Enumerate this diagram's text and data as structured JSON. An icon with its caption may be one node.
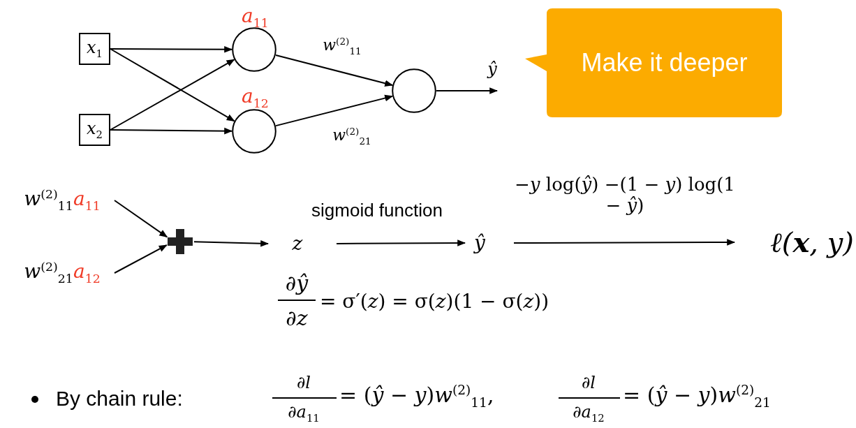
{
  "diagram": {
    "nodes": [
      {
        "text": [
          "x$_{1}$"
        ]
      },
      {
        "text": [
          "x$_{2}$"
        ]
      },
      {
        "text": [],
        "shape": "circle",
        "beside": [
          "a$_{11}$"
        ]
      },
      {
        "text": [],
        "shape": "circle",
        "beside": [
          "a$_{12}$"
        ]
      },
      {
        "text": [],
        "shape": "circle"
      },
      {
        "text": [
          "Make it deeper"
        ]
      },
      {
        "text": [
          "w$^{(2)}$$_{11}$",
          "a$_{11}$"
        ]
      },
      {
        "text": [
          "w$^{(2)}$$_{21}$",
          "a$_{12}$"
        ]
      },
      {
        "text": [],
        "shape": "plus"
      },
      {
        "text": [
          "z"
        ]
      },
      {
        "text": [
          "ŷ"
        ]
      },
      {
        "text": [
          "ℓ(**x**, *y*)"
        ]
      }
    ],
    "edges": [
      {
        "from": 0,
        "to": 2,
        "arrow": "to"
      },
      {
        "from": 0,
        "to": 3,
        "arrow": "to"
      },
      {
        "from": 1,
        "to": 2,
        "arrow": "to"
      },
      {
        "from": 1,
        "to": 3,
        "arrow": "to"
      },
      {
        "from": 2,
        "to": 4,
        "arrow": "to",
        "label": "w$^{(2)}$$_{11}$"
      },
      {
        "from": 3,
        "to": 4,
        "arrow": "to",
        "label": "w$^{(2)}$$_{21}$"
      },
      {
        "from": 4,
        "to": null,
        "arrow": "to",
        "label": "ŷ"
      },
      {
        "from": 6,
        "to": 8,
        "arrow": "to"
      },
      {
        "from": 7,
        "to": 8,
        "arrow": "to"
      },
      {
        "from": 8,
        "to": 9,
        "arrow": "to"
      },
      {
        "from": 9,
        "to": 10,
        "arrow": "to",
        "label": "sigmoid function"
      },
      {
        "from": 10,
        "to": 11,
        "arrow": "to",
        "label": "−*y* log(*ŷ*) −(1 − *y*) log(1 − *ŷ*)"
      }
    ],
    "labels": [
      "∂*ŷ*",
      "∂*z*",
      "= σ′(*z*) = σ(*z*)(1 − σ(*z*))",
      "By chain rule:",
      "∂*l*",
      "∂*a*$_{11}$",
      "= (*ŷ* − *y*)*w*$^{(2)}$$_{11}$,",
      "∂*l*",
      "∂*a*$_{12}$",
      "= (*ŷ* − *y*)*w*$^{(2)}$$_{21}$"
    ]
  }
}
